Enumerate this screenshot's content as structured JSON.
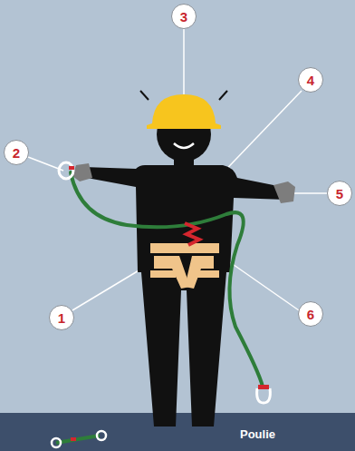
{
  "diagram": {
    "nodes": [
      {
        "text": [
          "3"
        ]
      },
      {
        "text": [
          "4"
        ]
      },
      {
        "text": [
          "2"
        ]
      },
      {
        "text": [
          "5"
        ]
      },
      {
        "text": [
          "1"
        ]
      },
      {
        "text": [
          "6"
        ]
      }
    ],
    "labels": [
      "Poulie"
    ]
  }
}
